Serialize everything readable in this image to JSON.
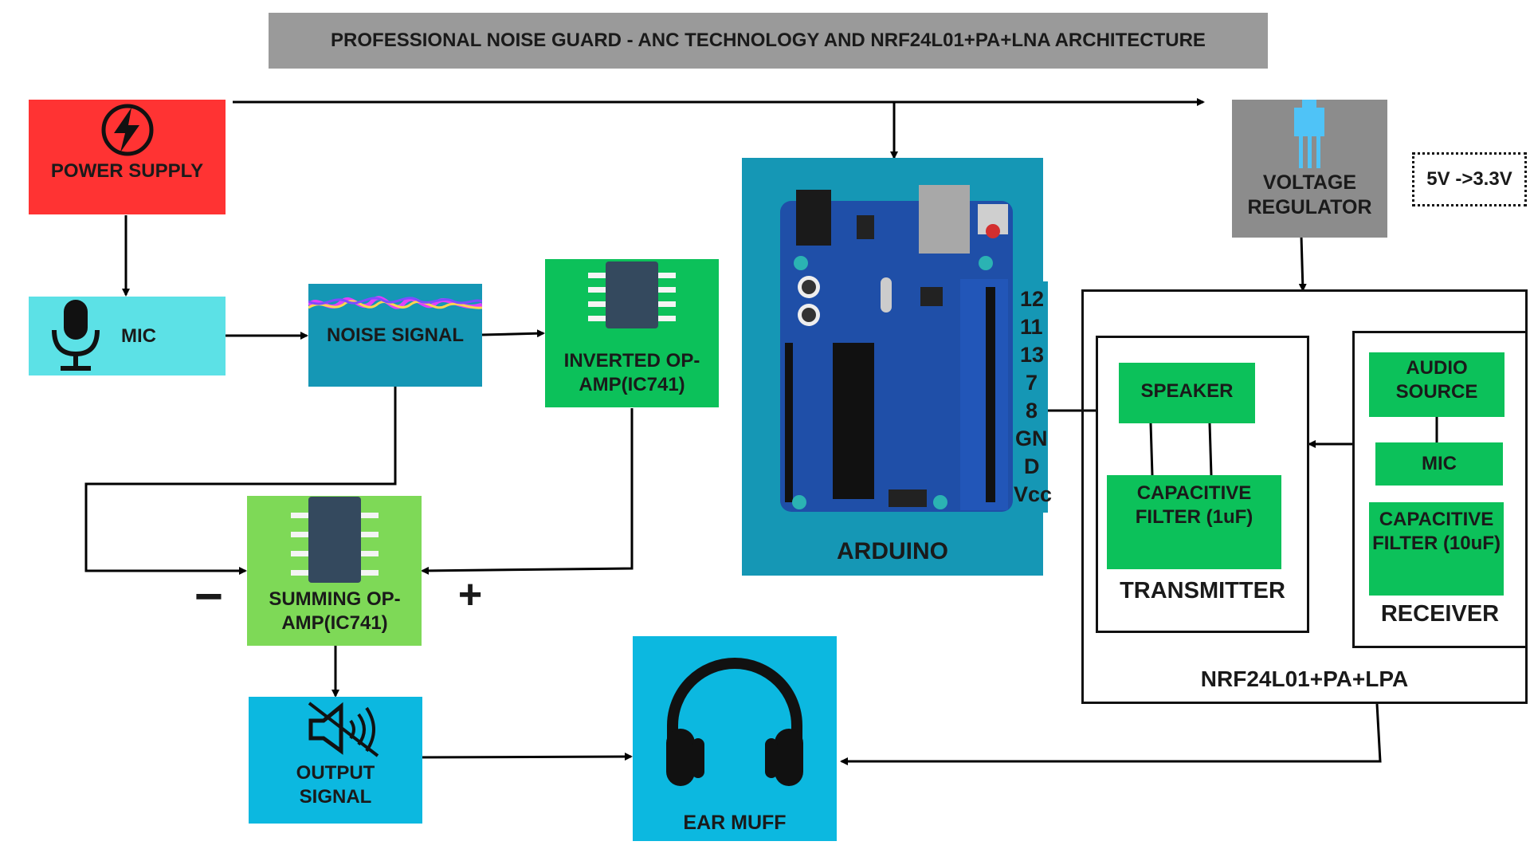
{
  "title": "PROFESSIONAL NOISE GUARD - ANC TECHNOLOGY AND NRF24L01+PA+LNA ARCHITECTURE",
  "blocks": {
    "power_supply": "POWER SUPPLY",
    "mic": "MIC",
    "noise_signal": "NOISE SIGNAL",
    "inverted_opamp": "INVERTED OP-AMP(IC741)",
    "summing_opamp": "SUMMING OP-AMP(IC741)",
    "output_signal": "OUTPUT SIGNAL",
    "ear_muff": "EAR MUFF",
    "arduino": "ARDUINO",
    "voltage_regulator": "VOLTAGE REGULATOR",
    "regulator_note": "5V ->3.3V",
    "speaker": "SPEAKER",
    "tx_filter": "CAPACITIVE FILTER (1uF)",
    "transmitter": "TRANSMITTER",
    "audio_source": "AUDIO SOURCE",
    "rx_mic": "MIC",
    "rx_filter": "CAPACITIVE FILTER (10uF)",
    "receiver": "RECEIVER",
    "nrf_module": "NRF24L01+PA+LPA"
  },
  "signs": {
    "minus": "−",
    "plus": "+"
  },
  "arduino_pins": [
    "12",
    "11",
    "13",
    "7",
    "8",
    "GN",
    "D",
    "Vcc"
  ],
  "icons": [
    "lightning-icon",
    "microphone-icon",
    "waveform-icon",
    "ic-chip-icon",
    "arduino-board-icon",
    "voltage-regulator-icon",
    "speaker-muted-icon",
    "headphones-icon"
  ],
  "colors": {
    "title_bg": "#9a9a9a",
    "power": "#ff3333",
    "mic": "#5ce1e6",
    "noise": "#1597b5",
    "green": "#0cc15a",
    "light_green": "#7ed957",
    "cyan": "#0cb8e0",
    "arduino_bg": "#1597b5",
    "regulator": "#8c8c8c"
  }
}
